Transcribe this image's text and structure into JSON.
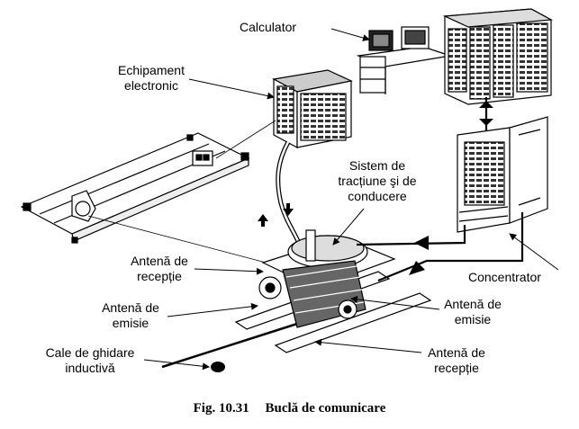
{
  "labels": {
    "calculator": "Calculator",
    "electronic_equipment": [
      "Echipament",
      "electronic"
    ],
    "traction_system": [
      "Sistem de",
      "tracțiune şi de",
      "conducere"
    ],
    "receive_antenna_left": [
      "Antenă de",
      "recepție"
    ],
    "emit_antenna_left": [
      "Antenă de",
      "emisie"
    ],
    "inductive_guide": [
      "Cale de ghidare",
      "inductivă"
    ],
    "concentrator": "Concentrator",
    "emit_antenna_right": [
      "Antenă de",
      "emisie"
    ],
    "receive_antenna_right": [
      "Antenă de",
      "recepție"
    ]
  },
  "caption": {
    "number": "Fig. 10.31",
    "title": "Buclă de comunicare"
  }
}
